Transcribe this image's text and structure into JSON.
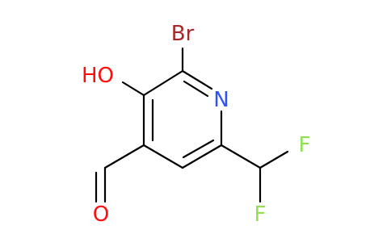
{
  "molecule": {
    "atoms": {
      "br": {
        "symbol": "Br",
        "color": "#a62929"
      },
      "ho": {
        "symbol": "HO",
        "color": "#ff0d0d"
      },
      "n": {
        "symbol": "N",
        "color": "#3050f8"
      },
      "o": {
        "symbol": "O",
        "color": "#ff0d0d"
      },
      "f1": {
        "symbol": "F",
        "color": "#90e050"
      },
      "f2": {
        "symbol": "F",
        "color": "#90e050"
      }
    },
    "bond_color": "#000000"
  }
}
